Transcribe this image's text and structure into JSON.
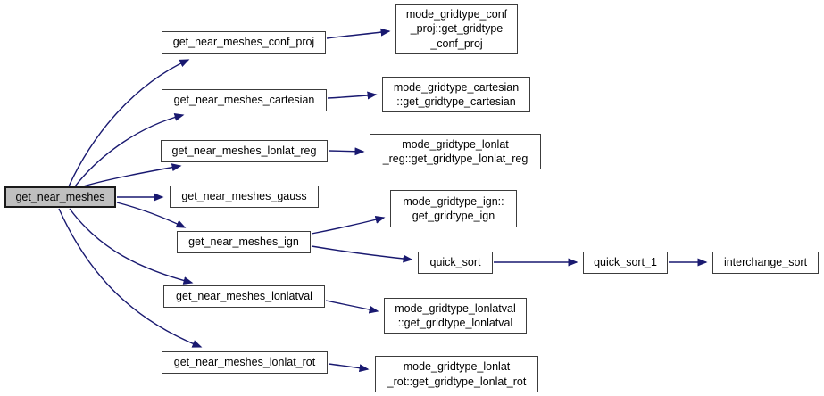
{
  "diagram": {
    "type": "call-graph",
    "edge_color": "#191970",
    "root_fill": "#bfbfbf",
    "nodes": {
      "root": {
        "label": "get_near_meshes"
      },
      "conf_proj": {
        "label": "get_near_meshes_conf_proj"
      },
      "cartesian": {
        "label": "get_near_meshes_cartesian"
      },
      "lonlat_reg": {
        "label": "get_near_meshes_lonlat_reg"
      },
      "gauss": {
        "label": "get_near_meshes_gauss"
      },
      "ign": {
        "label": "get_near_meshes_ign"
      },
      "lonlatval": {
        "label": "get_near_meshes_lonlatval"
      },
      "lonlat_rot": {
        "label": "get_near_meshes_lonlat_rot"
      },
      "t_conf_proj": {
        "label": "mode_gridtype_conf\n_proj::get_gridtype\n_conf_proj"
      },
      "t_cartesian": {
        "label": "mode_gridtype_cartesian\n::get_gridtype_cartesian"
      },
      "t_lonlat_reg": {
        "label": "mode_gridtype_lonlat\n_reg::get_gridtype_lonlat_reg"
      },
      "t_ign": {
        "label": "mode_gridtype_ign::\nget_gridtype_ign"
      },
      "quick_sort": {
        "label": "quick_sort"
      },
      "quick_sort_1": {
        "label": "quick_sort_1"
      },
      "interchange_sort": {
        "label": "interchange_sort"
      },
      "t_lonlatval": {
        "label": "mode_gridtype_lonlatval\n::get_gridtype_lonlatval"
      },
      "t_lonlat_rot": {
        "label": "mode_gridtype_lonlat\n_rot::get_gridtype_lonlat_rot"
      }
    },
    "edges": [
      {
        "from": "root",
        "to": "conf_proj"
      },
      {
        "from": "root",
        "to": "cartesian"
      },
      {
        "from": "root",
        "to": "lonlat_reg"
      },
      {
        "from": "root",
        "to": "gauss"
      },
      {
        "from": "root",
        "to": "ign"
      },
      {
        "from": "root",
        "to": "lonlatval"
      },
      {
        "from": "root",
        "to": "lonlat_rot"
      },
      {
        "from": "conf_proj",
        "to": "t_conf_proj"
      },
      {
        "from": "cartesian",
        "to": "t_cartesian"
      },
      {
        "from": "lonlat_reg",
        "to": "t_lonlat_reg"
      },
      {
        "from": "ign",
        "to": "t_ign"
      },
      {
        "from": "ign",
        "to": "quick_sort"
      },
      {
        "from": "quick_sort",
        "to": "quick_sort_1"
      },
      {
        "from": "quick_sort_1",
        "to": "interchange_sort"
      },
      {
        "from": "lonlatval",
        "to": "t_lonlatval"
      },
      {
        "from": "lonlat_rot",
        "to": "t_lonlat_rot"
      }
    ]
  }
}
